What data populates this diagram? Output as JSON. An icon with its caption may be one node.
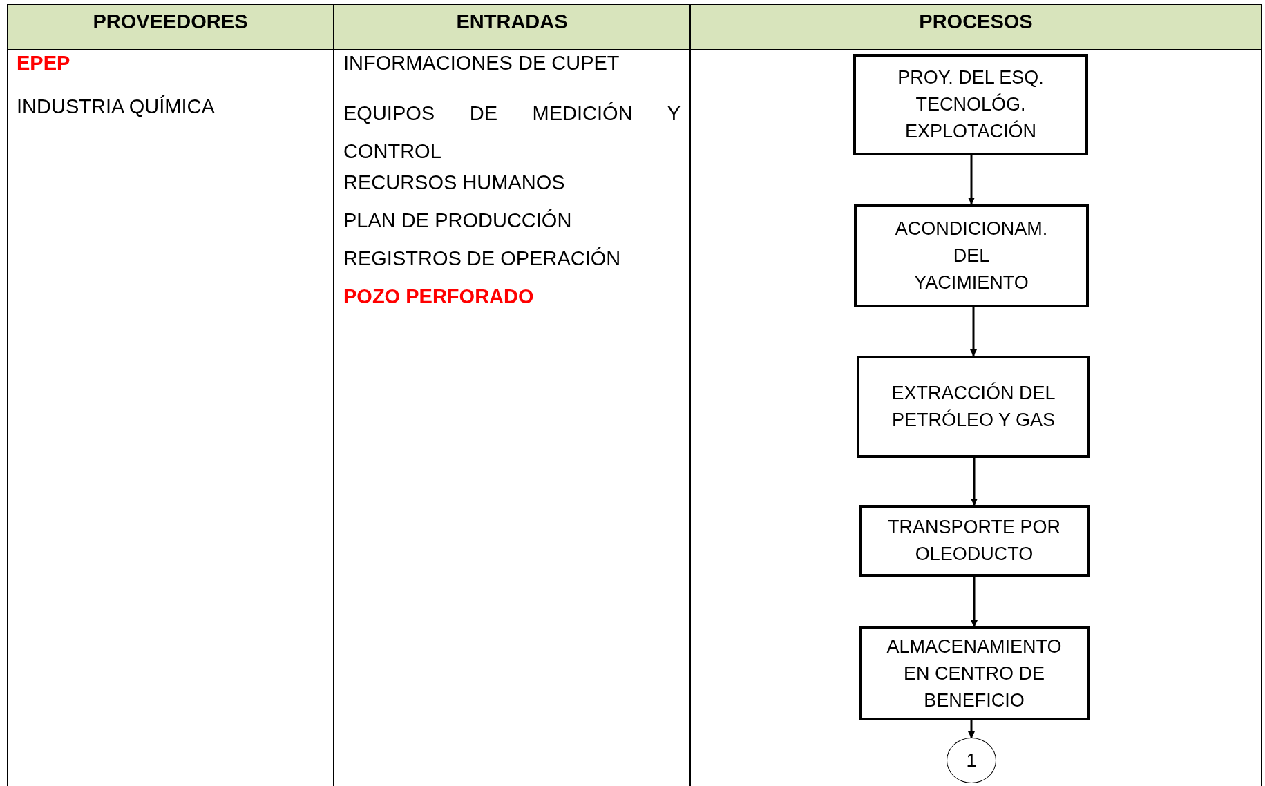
{
  "diagram": {
    "nodes": [
      {
        "text": [
          "PROY. DEL ESQ. TECNOLÓG. EXPLOTACIÓN"
        ]
      },
      {
        "text": [
          "ACONDICIONAM. DEL YACIMIENTO"
        ]
      },
      {
        "text": [
          "EXTRACCIÓN DEL PETRÓLEO Y GAS"
        ]
      },
      {
        "text": [
          "TRANSPORTE POR OLEODUCTO"
        ]
      },
      {
        "text": [
          "ALMACENAMIENTO EN CENTRO DE BENEFICIO"
        ]
      },
      {
        "text": [
          "1"
        ]
      }
    ],
    "edges": [
      {
        "from": 0,
        "to": 1,
        "arrow": "to"
      },
      {
        "from": 1,
        "to": 2,
        "arrow": "to"
      },
      {
        "from": 2,
        "to": 3,
        "arrow": "to"
      },
      {
        "from": 3,
        "to": 4,
        "arrow": "to"
      },
      {
        "from": 4,
        "to": 5,
        "arrow": "to"
      }
    ],
    "labels": [
      "PROVEEDORES",
      "ENTRADAS",
      "PROCESOS",
      "EPEP",
      "INDUSTRIA QUÍMICA",
      "INFORMACIONES DE CUPET",
      "EQUIPOS DE MEDICIÓN Y CONTROL",
      "RECURSOS HUMANOS",
      "PLAN DE PRODUCCIÓN",
      "REGISTROS DE OPERACIÓN",
      "POZO PERFORADO"
    ]
  }
}
